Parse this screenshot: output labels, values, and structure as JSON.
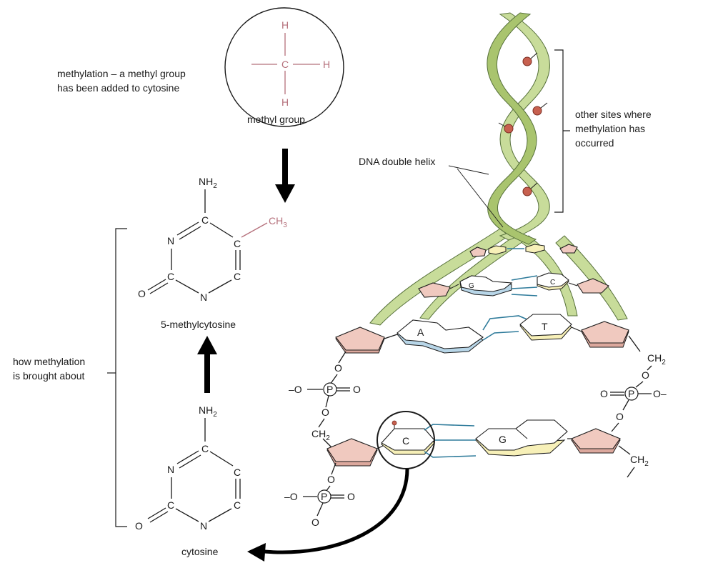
{
  "labels": {
    "methylation_note_line1": "methylation – a methyl group",
    "methylation_note_line2": "has been added to cytosine",
    "methyl_group": "methyl group",
    "five_methylcytosine": "5-methylcytosine",
    "cytosine": "cytosine",
    "how_line1": "how methylation",
    "how_line2": "is brought about",
    "dna_double_helix": "DNA double helix",
    "other_sites_line1": "other sites where",
    "other_sites_line2": "methylation has",
    "other_sites_line3": "occurred"
  },
  "atoms": {
    "H": "H",
    "C": "C",
    "N": "N",
    "O": "O",
    "P": "P",
    "NH": "NH",
    "CH": "CH",
    "sub2": "2",
    "sub3": "3",
    "O_minus": "–O",
    "O_minus_r": "O–"
  },
  "bases": {
    "A": "A",
    "T": "T",
    "G": "G",
    "C": "C"
  },
  "colors": {
    "methyl_pink": "#b5707b",
    "helix_green": "#c8dc9a",
    "sugar_pink": "#f0c9bf",
    "hbond_blue": "#2d7a9a",
    "base_blue": "#b8d6e8",
    "base_yellow": "#f7f0b8",
    "methyl_dot": "#c7604f"
  }
}
